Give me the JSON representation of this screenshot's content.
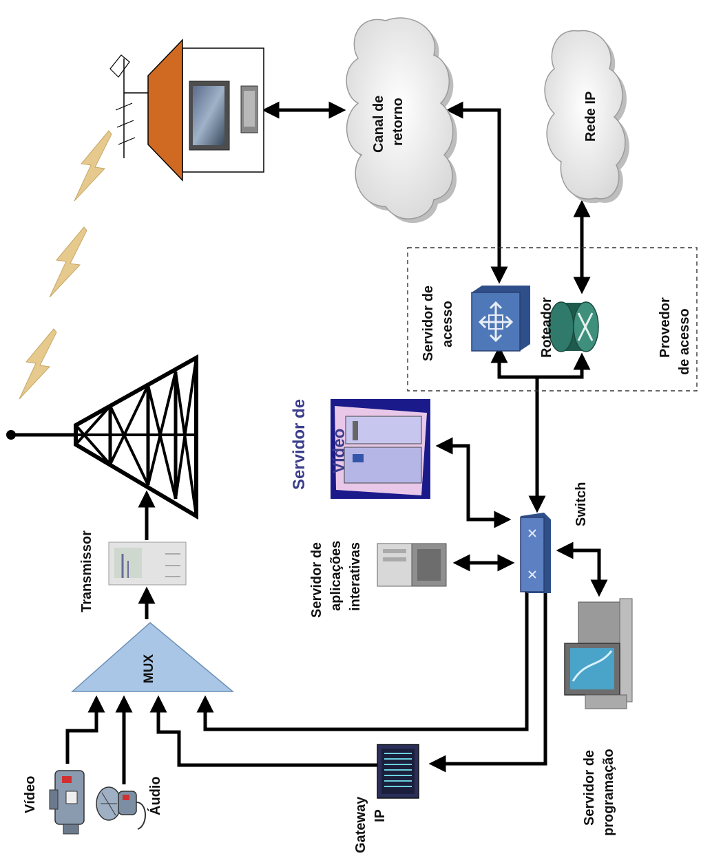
{
  "labels": {
    "video_source": "Vídeo",
    "audio_source": "Áudio",
    "gateway": [
      "Gateway",
      "IP"
    ],
    "mux": "MUX",
    "transmitter": "Transmissor",
    "app_server": [
      "Servidor de",
      "aplicações",
      "interativas"
    ],
    "video_server": [
      "Servidor de",
      "Vídeo"
    ],
    "switch": "Switch",
    "prog_server": [
      "Servidor de",
      "programação"
    ],
    "access_server": [
      "Servidor de",
      "acesso"
    ],
    "router": "Roteador",
    "provider": [
      "Provedor",
      "de acesso"
    ],
    "return_channel": [
      "Canal de",
      "retorno"
    ],
    "ip_network": "Rede IP"
  },
  "colors": {
    "mux_fill": "#a9c6e6",
    "house_roof": "#d06a22",
    "lightning": "#e6c98c",
    "access_server": "#4f78b8",
    "router": "#2f7a6a",
    "switch": "#5c80c2",
    "video_server_bg": "#1a1a8a",
    "label_blue": "#3b3d8c"
  }
}
